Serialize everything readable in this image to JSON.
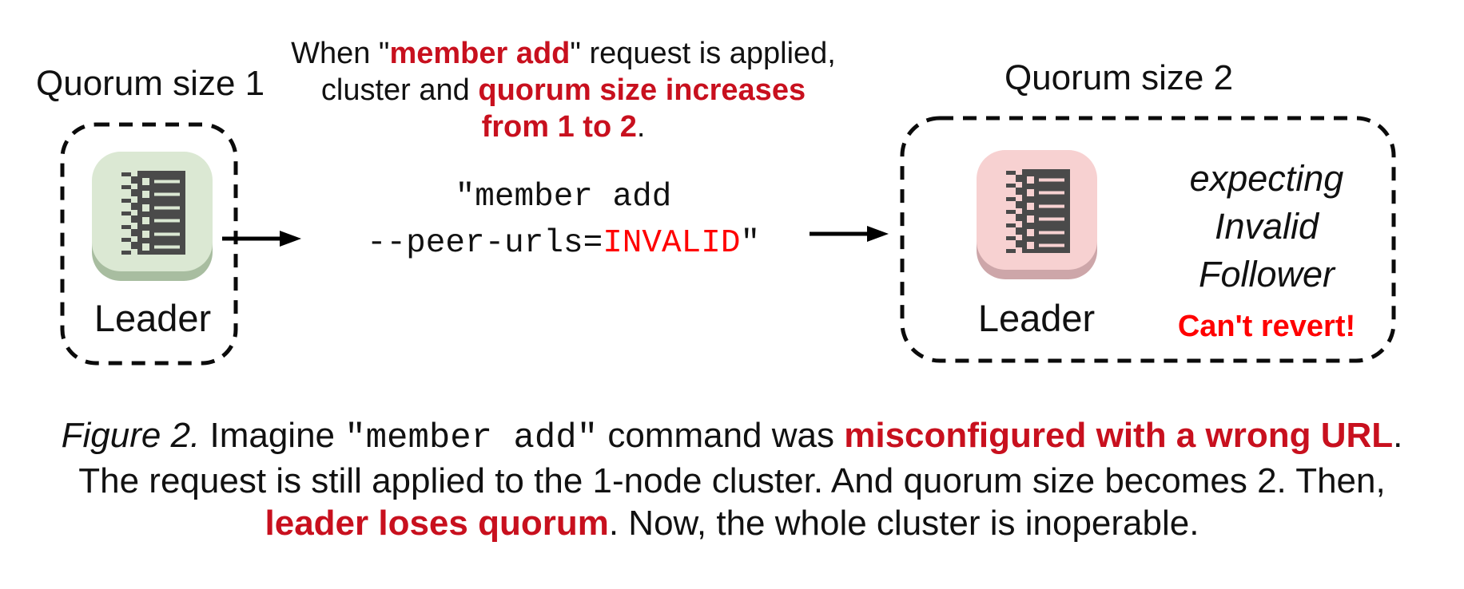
{
  "figure": {
    "left_cluster": {
      "title": "Quorum size 1",
      "node_label": "Leader"
    },
    "right_cluster": {
      "title": "Quorum size 2",
      "node_label": "Leader",
      "expecting_lines": [
        [
          {
            "t": "expecting",
            "s": "italic"
          }
        ],
        [
          {
            "t": "Invalid",
            "s": "italic"
          }
        ],
        [
          {
            "t": "Follower",
            "s": "italic"
          }
        ]
      ],
      "warning": "Can't revert!"
    },
    "header_note": {
      "lines": [
        [
          {
            "t": "When \"",
            "s": "plain"
          },
          {
            "t": "member add",
            "s": "red-bold"
          },
          {
            "t": "\" request is applied,",
            "s": "plain"
          }
        ],
        [
          {
            "t": "cluster and ",
            "s": "plain"
          },
          {
            "t": "quorum size increases",
            "s": "red-bold"
          }
        ],
        [
          {
            "t": "from 1 to 2",
            "s": "red-bold"
          },
          {
            "t": ".",
            "s": "plain"
          }
        ]
      ]
    },
    "command": {
      "lines": [
        [
          {
            "t": "\"member add",
            "s": "mono"
          }
        ],
        [
          {
            "t": "--peer-urls=",
            "s": "mono"
          },
          {
            "t": "INVALID",
            "s": "mono-bright-red"
          },
          {
            "t": "\"",
            "s": "mono"
          }
        ]
      ]
    },
    "caption": {
      "lines": [
        [
          {
            "t": "Figure 2.",
            "s": "italic"
          },
          {
            "t": " Imagine ",
            "s": "plain"
          },
          {
            "t": "\"member add\"",
            "s": "mono"
          },
          {
            "t": " command was ",
            "s": "plain"
          },
          {
            "t": "misconfigured with a wrong URL",
            "s": "red-bold"
          },
          {
            "t": ".",
            "s": "plain"
          }
        ],
        [
          {
            "t": "The request is still applied to the 1-node cluster. And quorum size becomes 2. Then,",
            "s": "plain"
          }
        ],
        [
          {
            "t": "leader loses quorum",
            "s": "red-bold"
          },
          {
            "t": ". Now, the whole cluster is inoperable.",
            "s": "plain"
          }
        ]
      ]
    },
    "colors": {
      "emphasis_red": "#c8101e",
      "bright_red": "#ff0000",
      "node_green_bg": "#dbe8d3",
      "node_green_shadow": "#a8bda0",
      "node_pink_bg": "#f7d1d1",
      "node_pink_shadow": "#cda6a9",
      "node_glyph": "#4a4a4a"
    }
  }
}
